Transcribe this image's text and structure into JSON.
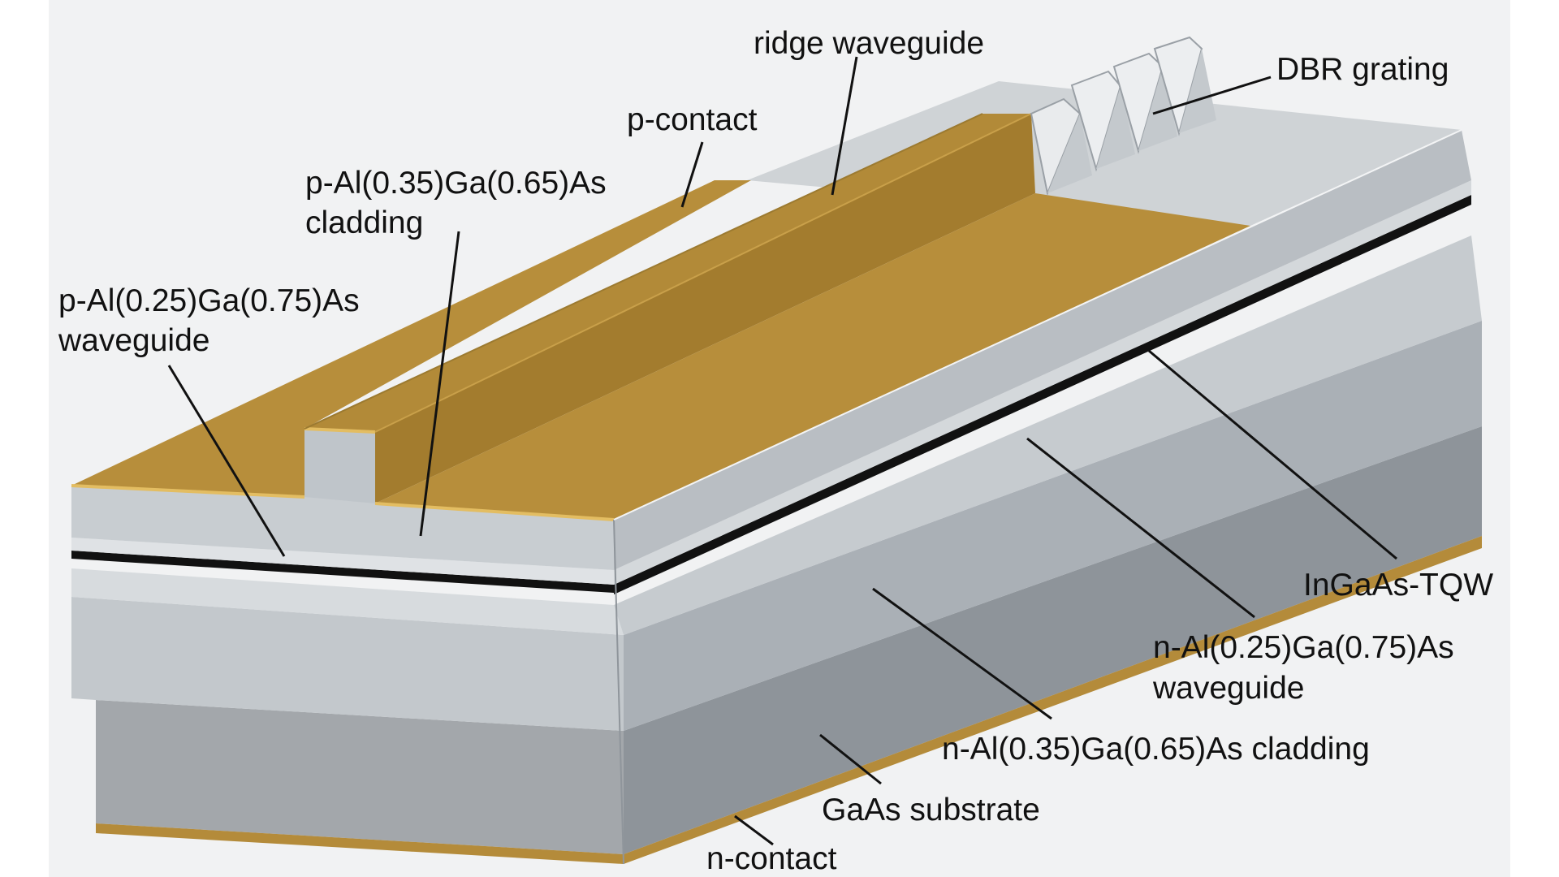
{
  "diagram": {
    "colors": {
      "gold_top": "#b78e3b",
      "gold_face": "#a8812f",
      "gold_edge": "#e0b85a",
      "light_layer": "#d6dadd",
      "mid_layer": "#c5cace",
      "cladding_front": "#c3c8cc",
      "cladding_side": "#aab0b6",
      "substrate_front": "#a3a7ab",
      "substrate_side": "#8e949a",
      "tqw": "#111111",
      "background": "#f1f2f3"
    },
    "labels": {
      "ridge_waveguide": "ridge waveguide",
      "dbr_grating": "DBR grating",
      "p_contact": "p-contact",
      "p_cladding_line1": "p-Al(0.35)Ga(0.65)As",
      "p_cladding_line2": "cladding",
      "p_waveguide_line1": "p-Al(0.25)Ga(0.75)As",
      "p_waveguide_line2": "waveguide",
      "ingaas_tqw": "InGaAs-TQW",
      "n_waveguide_line1": "n-Al(0.25)Ga(0.75)As",
      "n_waveguide_line2": "waveguide",
      "n_cladding": "n-Al(0.35)Ga(0.65)As cladding",
      "substrate": "GaAs substrate",
      "n_contact": "n-contact"
    }
  }
}
